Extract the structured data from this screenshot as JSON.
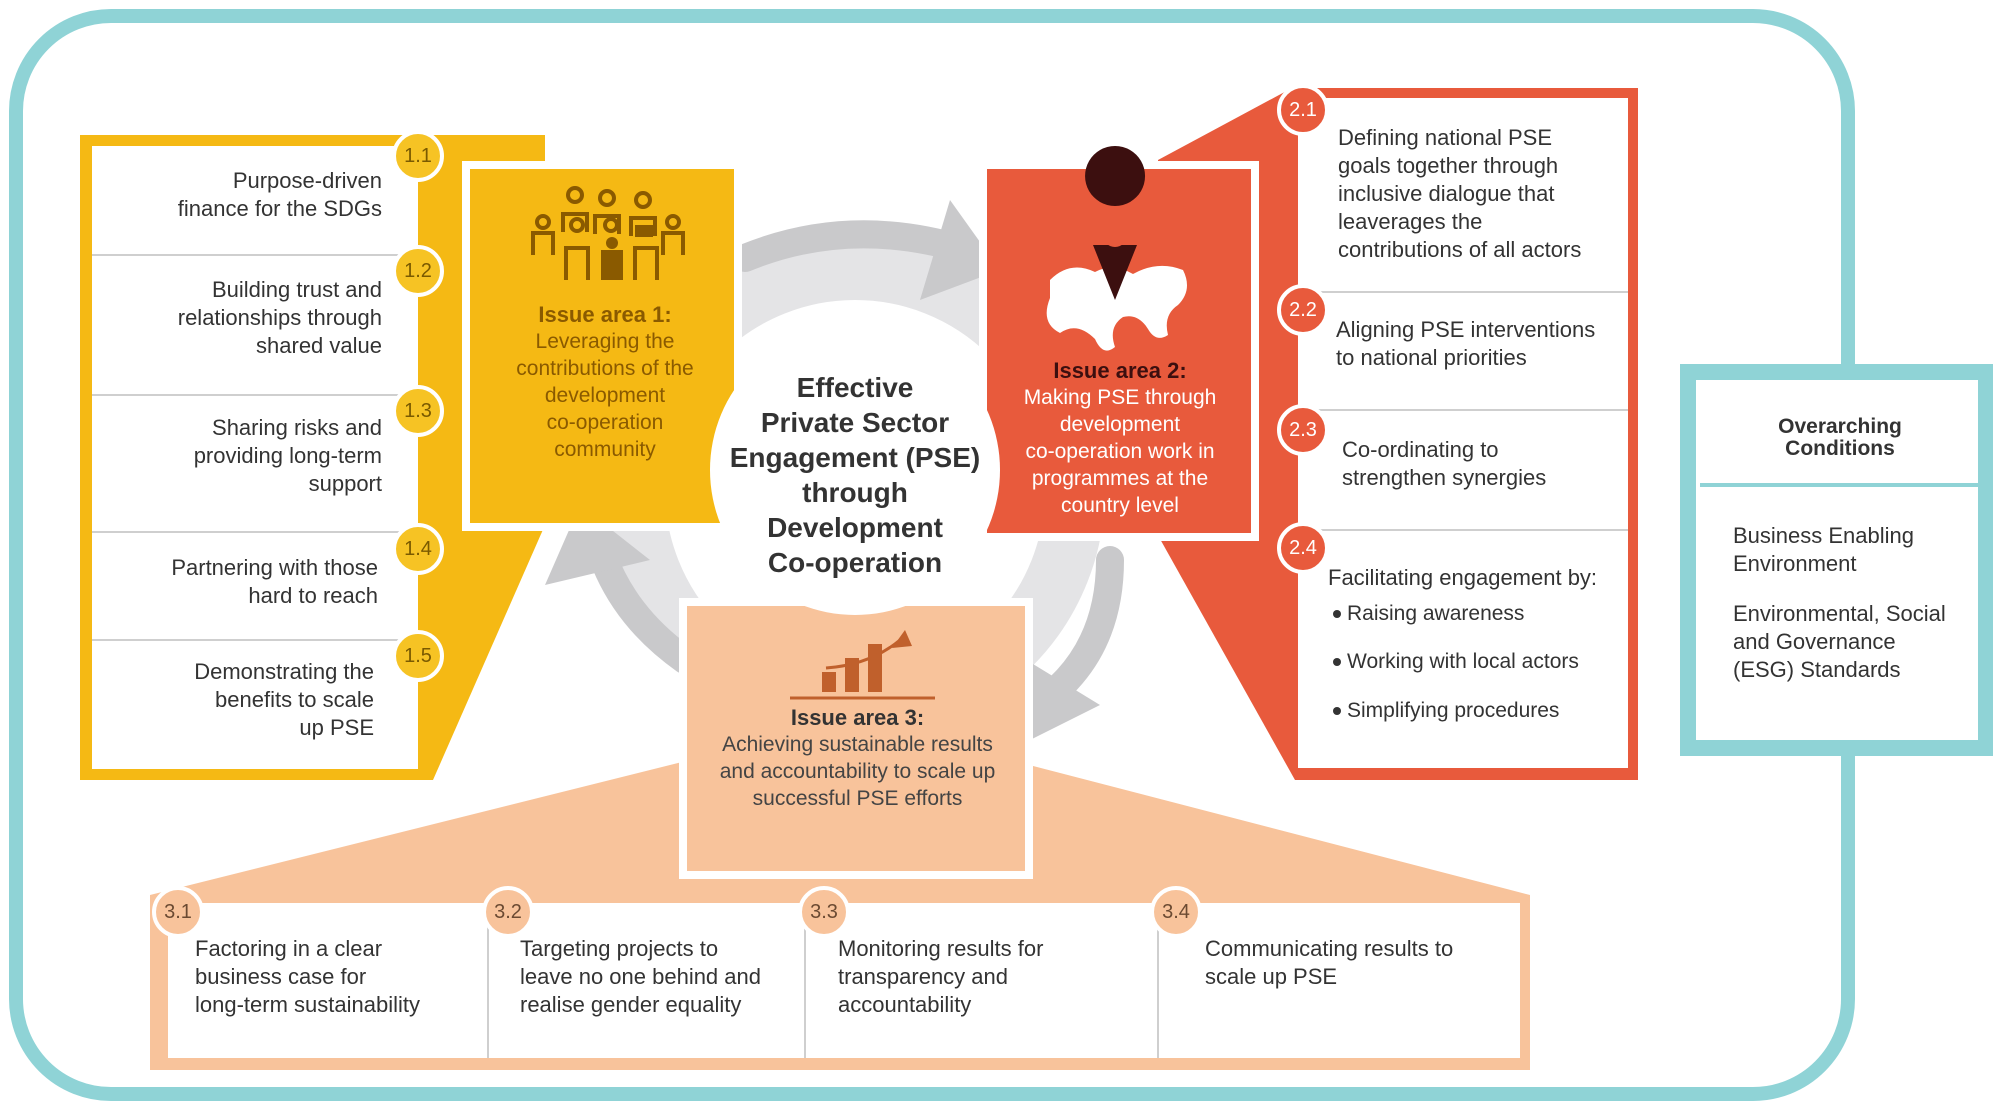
{
  "center": {
    "lines": [
      "Effective",
      "Private Sector",
      "Engagement (PSE)",
      "through",
      "Development",
      "Co-operation"
    ]
  },
  "colors": {
    "frame": "#8fd3d6",
    "yellow": "#f5b914",
    "red": "#e85a3c",
    "peach": "#f8c39b",
    "grey_arrow": "#c9c9cb"
  },
  "issue_area_1": {
    "title": "Issue area 1:",
    "body_lines": [
      "Leveraging the",
      "contributions of the",
      "development",
      "co-operation",
      "community"
    ],
    "icon": "people-group-icon",
    "items": [
      {
        "num": "1.1",
        "lines": [
          "Purpose-driven",
          "finance for the SDGs"
        ]
      },
      {
        "num": "1.2",
        "lines": [
          "Building trust and",
          "relationships through",
          "shared value"
        ]
      },
      {
        "num": "1.3",
        "lines": [
          "Sharing risks and",
          "providing long-term",
          "support"
        ]
      },
      {
        "num": "1.4",
        "lines": [
          "Partnering with those",
          "hard to reach"
        ]
      },
      {
        "num": "1.5",
        "lines": [
          "Demonstrating the",
          "benefits to scale",
          "up PSE"
        ]
      }
    ]
  },
  "issue_area_2": {
    "title": "Issue area 2:",
    "body_lines": [
      "Making PSE through",
      "development",
      "co-operation work in",
      "programmes at the",
      "country level"
    ],
    "icon": "world-map-pin-icon",
    "items": [
      {
        "num": "2.1",
        "lines": [
          "Defining national PSE",
          "goals together through",
          "inclusive dialogue that",
          "leaverages the",
          "contributions of all actors"
        ]
      },
      {
        "num": "2.2",
        "lines": [
          "Aligning PSE interventions",
          "to national priorities"
        ]
      },
      {
        "num": "2.3",
        "lines": [
          "Co-ordinating to",
          "strengthen synergies"
        ]
      },
      {
        "num": "2.4",
        "lines": [
          "Facilitating engagement by:"
        ],
        "bullets": [
          "Raising awareness",
          "Working with local actors",
          "Simplifying procedures"
        ]
      }
    ]
  },
  "issue_area_3": {
    "title": "Issue area 3:",
    "body_lines": [
      "Achieving sustainable results",
      "and accountability to scale up",
      "successful PSE efforts"
    ],
    "icon": "growth-chart-icon",
    "items": [
      {
        "num": "3.1",
        "lines": [
          "Factoring in a clear",
          "business case for",
          "long-term sustainability"
        ]
      },
      {
        "num": "3.2",
        "lines": [
          "Targeting projects to",
          "leave no one behind and",
          "realise gender equality"
        ]
      },
      {
        "num": "3.3",
        "lines": [
          "Monitoring results for",
          "transparency and",
          "accountability"
        ]
      },
      {
        "num": "3.4",
        "lines": [
          "Communicating results to",
          "scale up PSE"
        ]
      }
    ]
  },
  "overarching": {
    "title_lines": [
      "Overarching",
      "Conditions"
    ],
    "items": [
      {
        "lines": [
          "Business Enabling",
          "Environment"
        ]
      },
      {
        "lines": [
          "Environmental, Social",
          "and Governance",
          "(ESG) Standards"
        ]
      }
    ]
  }
}
